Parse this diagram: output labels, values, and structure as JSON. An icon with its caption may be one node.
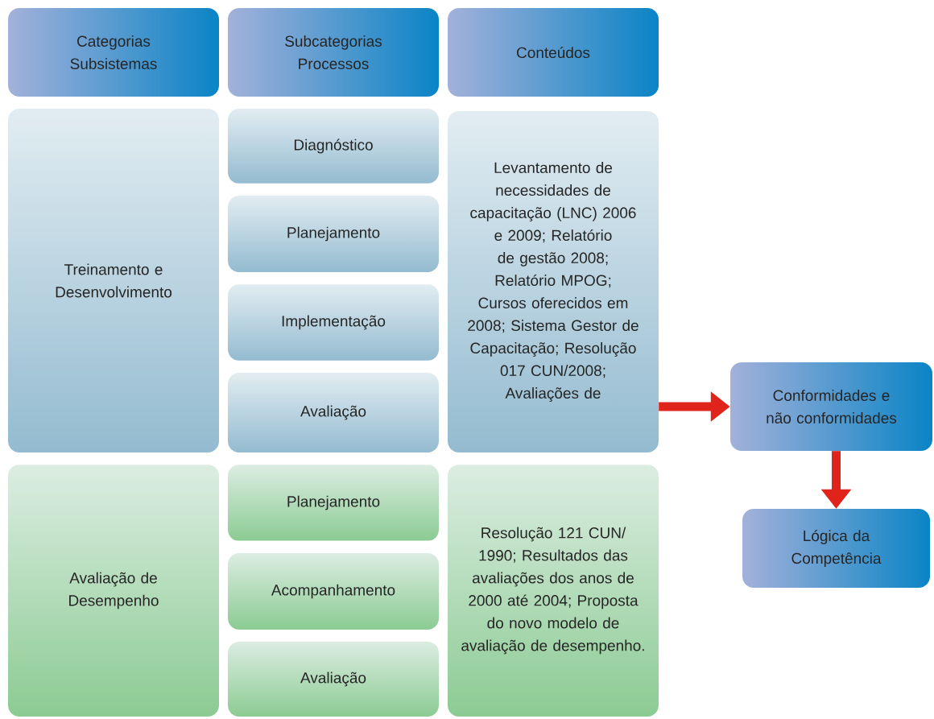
{
  "diagram": {
    "nodes": [
      {
        "text": [
          "Categorias Subsistemas"
        ]
      },
      {
        "text": [
          "Subcategorias Processos"
        ]
      },
      {
        "text": [
          "Conteúdos"
        ]
      },
      {
        "text": [
          "Treinamento e Desenvolvimento"
        ]
      },
      {
        "text": [
          "Diagnóstico"
        ]
      },
      {
        "text": [
          "Planejamento"
        ]
      },
      {
        "text": [
          "Implementação"
        ]
      },
      {
        "text": [
          "Avaliação"
        ]
      },
      {
        "text": [
          "Levantamento de necessidades de capacitação (LNC) 2006 e 2009; Relatório de gestão 2008; Relatório MPOG; Cursos oferecidos em 2008; Sistema Gestor de Capacitação; Resolução 017 CUN/2008; Avaliações de"
        ]
      },
      {
        "text": [
          "Avaliação de Desempenho"
        ]
      },
      {
        "text": [
          "Planejamento"
        ]
      },
      {
        "text": [
          "Acompanhamento"
        ]
      },
      {
        "text": [
          "Avaliação"
        ]
      },
      {
        "text": [
          "Resolução 121 CUN/ 1990; Resultados das avaliações dos anos de 2000 até 2004; Proposta do novo modelo de avaliação de desempenho."
        ]
      },
      {
        "text": [
          "Conformidades e não conformidades"
        ]
      },
      {
        "text": [
          "Lógica da Competência"
        ]
      }
    ],
    "edges": [
      {
        "from": 8,
        "to": 14,
        "arrow": "to"
      },
      {
        "from": 14,
        "to": 15,
        "arrow": "to"
      }
    ]
  }
}
